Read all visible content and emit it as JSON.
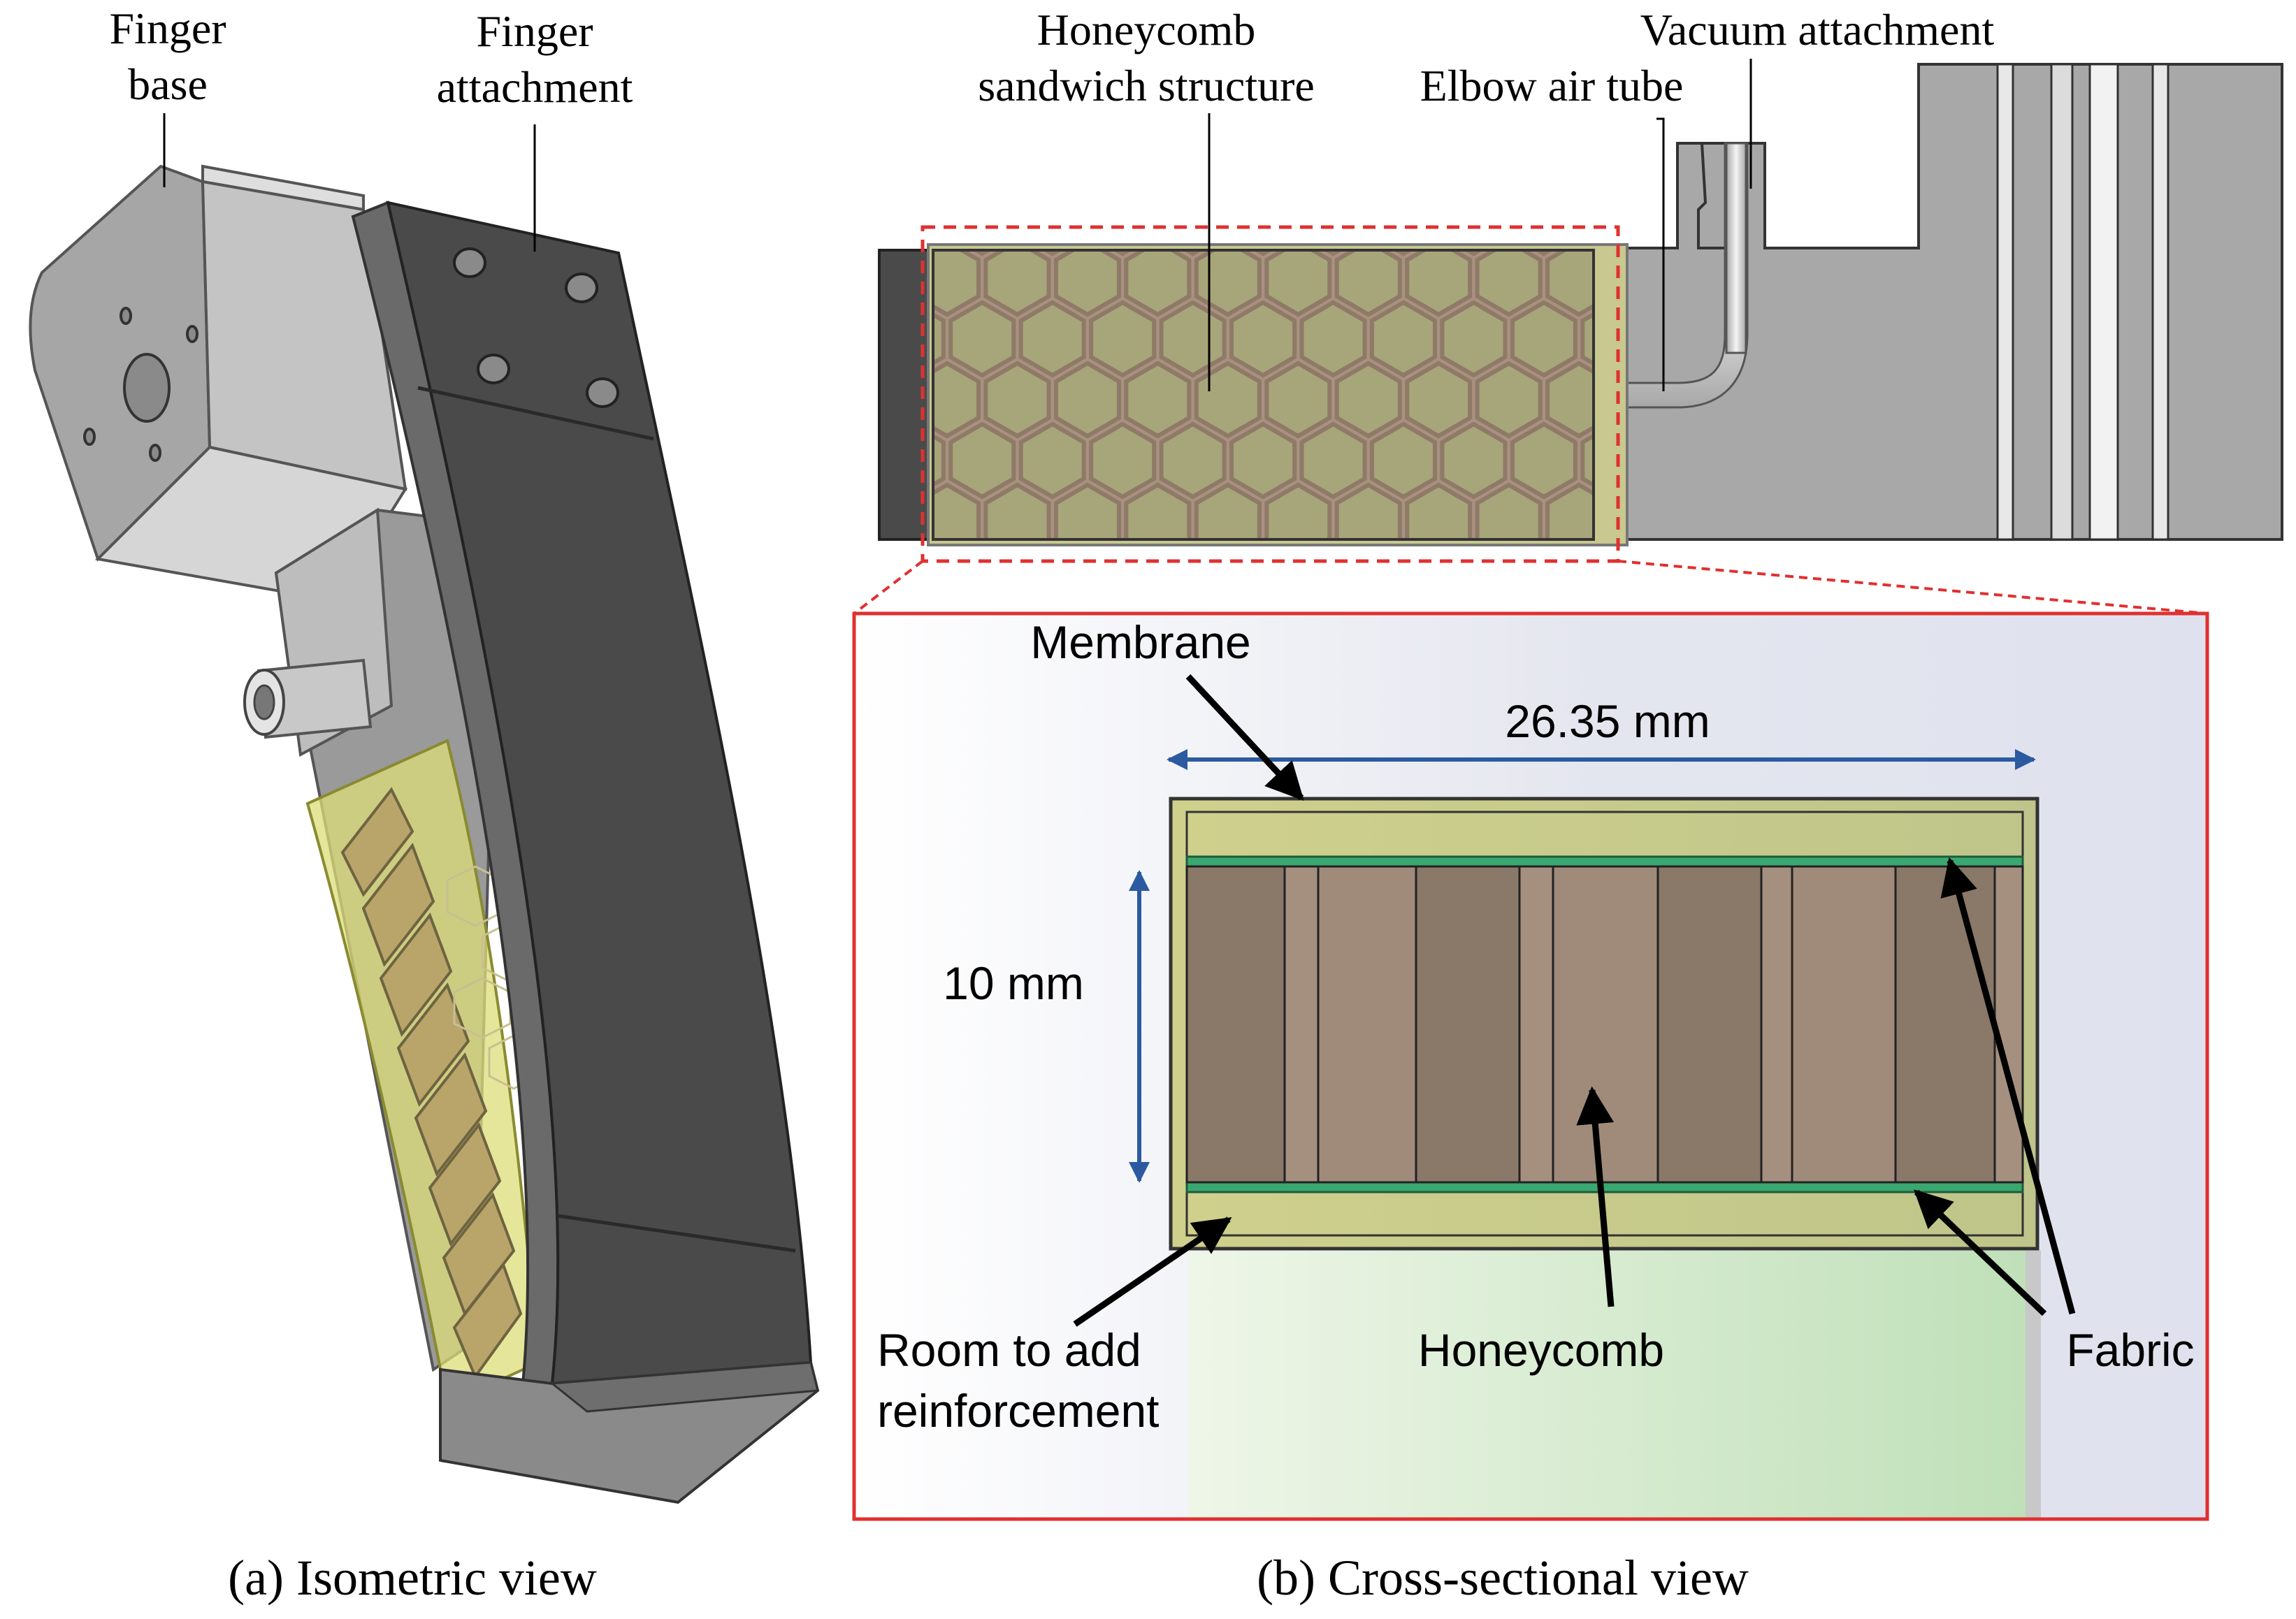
{
  "panel_a": {
    "labels": {
      "finger_base_1": "Finger",
      "finger_base_2": "base",
      "finger_attachment_1": "Finger",
      "finger_attachment_2": "attachment"
    },
    "caption": "(a) Isometric view"
  },
  "panel_b": {
    "labels": {
      "honeycomb_sandwich_1": "Honeycomb",
      "honeycomb_sandwich_2": "sandwich structure",
      "elbow_air_tube": "Elbow air tube",
      "vacuum_attachment": "Vacuum attachment"
    },
    "inset": {
      "membrane": "Membrane",
      "width_dim": "26.35 mm",
      "height_dim": "10 mm",
      "room_1": "Room to add",
      "room_2": "reinforcement",
      "honeycomb": "Honeycomb",
      "fabric": "Fabric"
    },
    "caption": "(b) Cross-sectional view"
  },
  "colors": {
    "dark_gray": "#4a4a4a",
    "mid_gray": "#9c9c9c",
    "light_gray": "#c8c8c8",
    "membrane_yellow": "#cfcf8a",
    "honeycomb_brown": "#8a7868",
    "honeycomb_light": "#a59080",
    "fabric_green": "#3aa870",
    "dimension_blue": "#2c5aa0",
    "inset_border": "#e03030"
  }
}
